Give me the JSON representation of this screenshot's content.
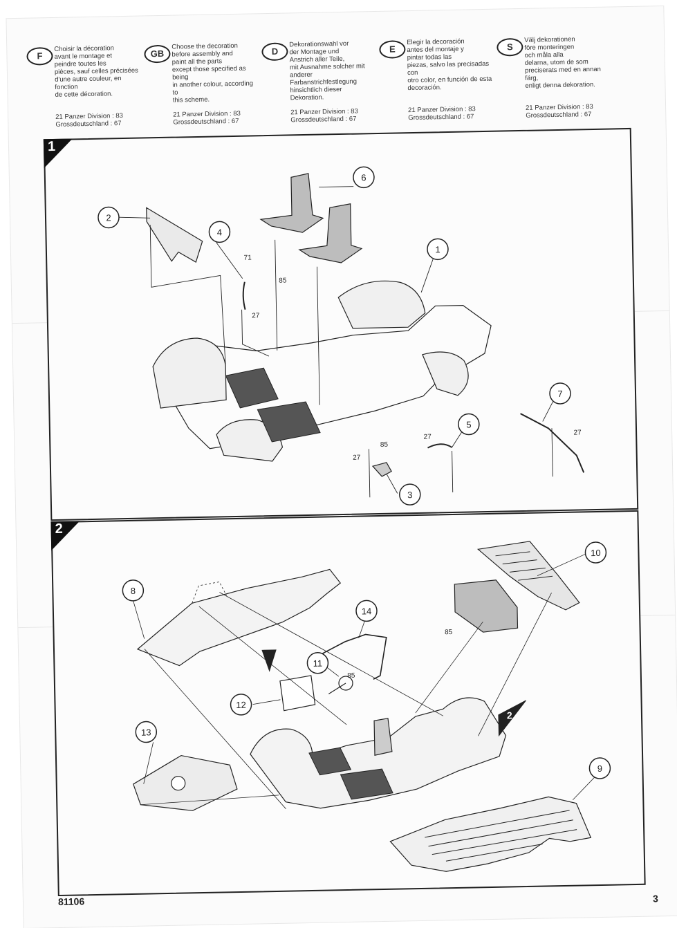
{
  "header": {
    "languages": [
      {
        "code": "F",
        "text": "Choisir la décoration\navant le montage et\npeindre toutes les\npièces, sauf celles précisées\nd'une autre couleur, en fonction\nde cette décoration.",
        "foot": "21 Panzer Division : 83\nGrossdeutschland : 67"
      },
      {
        "code": "GB",
        "text": "Choose the decoration\nbefore assembly and\npaint all the parts\nexcept those specified as being\nin another colour, according to\nthis scheme.",
        "foot": "21 Panzer Division : 83\nGrossdeutschland : 67"
      },
      {
        "code": "D",
        "text": "Dekorationswahl vor\nder Montage und\nAnstrich aller Teile,\nmit Ausnahme solcher mit\nanderer Farbanstrichfestlegung\nhinsichtlich dieser Dekoration.",
        "foot": "21 Panzer Division : 83\nGrossdeutschland : 67"
      },
      {
        "code": "E",
        "text": "Elegir la decoración\nantes del montaje y\npintar todas las\npiezas, salvo las precisadas con\notro color, en función de esta\ndecoración.",
        "foot": "21 Panzer Division : 83\nGrossdeutschland : 67"
      },
      {
        "code": "S",
        "text": "Välj dekorationen\nföre monteringen\noch måla alla\ndelarna, utom de som\npreciserats med en annan färg,\nenligt denna dekoration.",
        "foot": "21 Panzer Division : 83\nGrossdeutschland : 67"
      }
    ]
  },
  "step1": {
    "number": "1",
    "callouts": [
      "1",
      "2",
      "3",
      "4",
      "5",
      "6",
      "7"
    ],
    "paint_codes": {
      "p4_top": "71",
      "p4_bottom": "27",
      "seats": "85",
      "p3_left": "27",
      "p3_top": "85",
      "p5": "27",
      "p7": "27"
    }
  },
  "step2": {
    "number": "2",
    "callouts": [
      "8",
      "9",
      "10",
      "11",
      "12",
      "13",
      "14"
    ],
    "paint_codes": {
      "p10": "85",
      "p11": "85"
    },
    "ref_step": "2"
  },
  "footer": {
    "code": "81106",
    "page": "3"
  }
}
